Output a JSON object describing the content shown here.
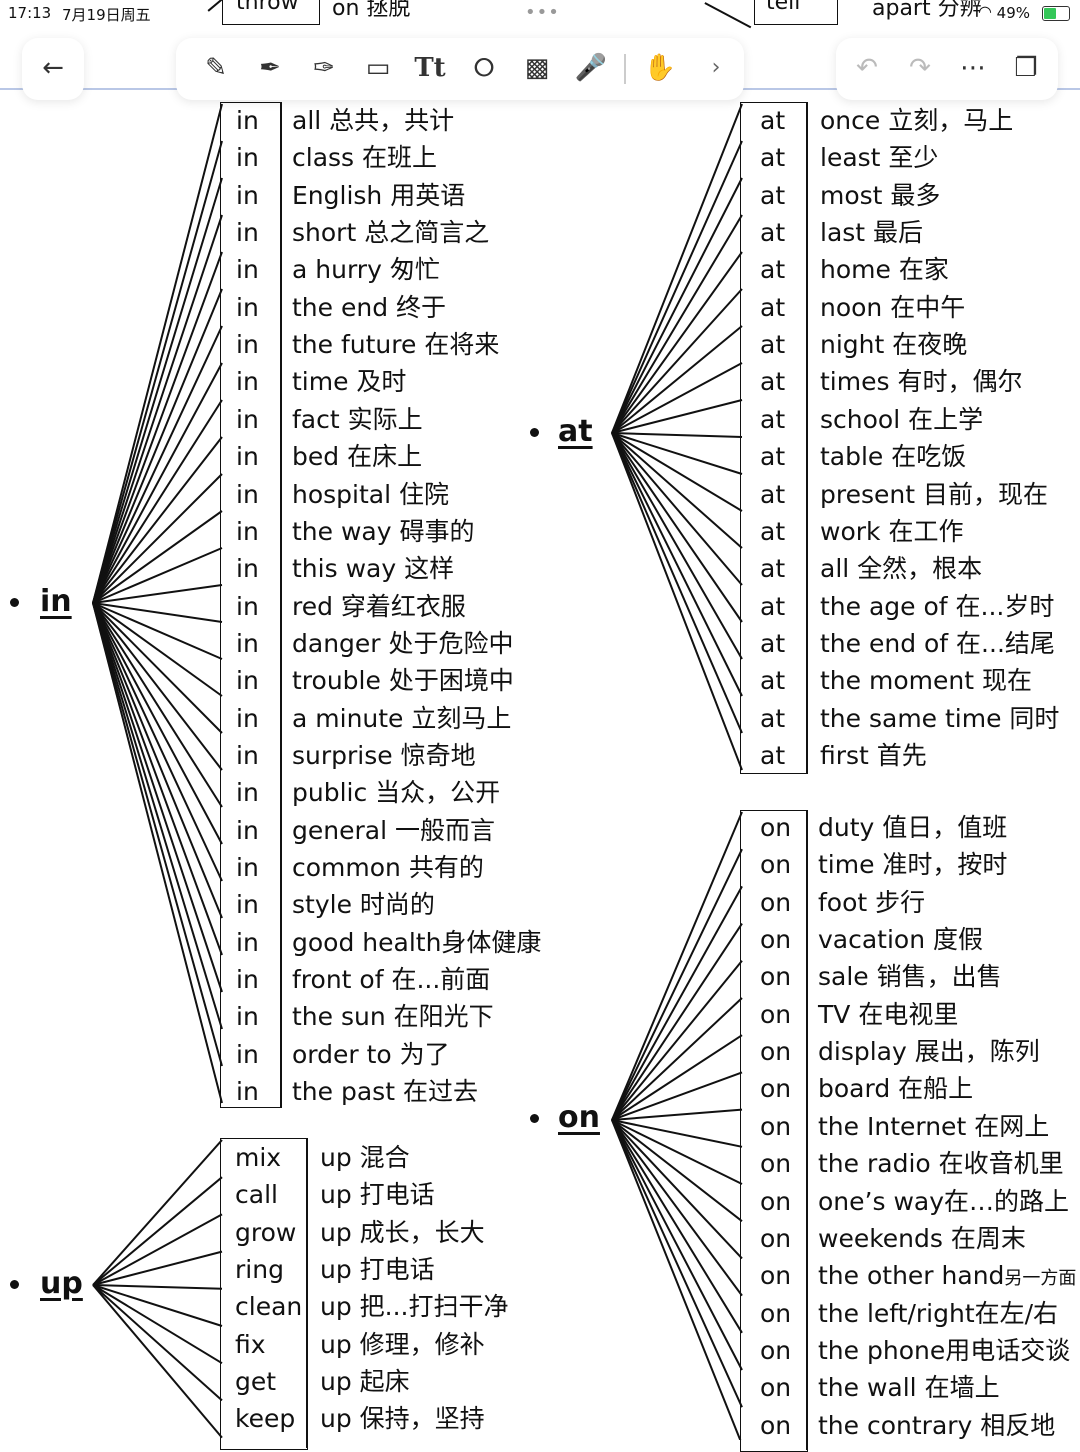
{
  "status_bar": {
    "time": "17:13",
    "date": "7月19日周五",
    "battery": "49%"
  },
  "peek_top": [
    "throw",
    "on 拯脱",
    "tell",
    "apart 分辨"
  ],
  "toolbar": {
    "back_icon": "arrow-left-icon",
    "tools": [
      "pencil-icon",
      "pen-icon",
      "highlighter-icon",
      "eraser-icon",
      "text-icon",
      "lasso-icon",
      "image-icon",
      "microphone-icon",
      "hand-pointer-icon",
      "chevron-right-icon"
    ],
    "right_tools": [
      "undo-icon",
      "redo-icon",
      "more-icon",
      "pages-icon"
    ]
  },
  "groups": {
    "in": {
      "heading": "in",
      "left_word": "in",
      "items": [
        "all 总共，共计",
        "class 在班上",
        "English 用英语",
        "short 总之简言之",
        "a hurry 匆忙",
        "the end 终于",
        "the future 在将来",
        "time 及时",
        "fact 实际上",
        "bed 在床上",
        "hospital 住院",
        "the way 碍事的",
        "this way 这样",
        "red 穿着红衣服",
        "danger 处于危险中",
        "trouble 处于困境中",
        "a minute 立刻马上",
        "surprise 惊奇地",
        "public 当众，公开",
        "general 一般而言",
        "common 共有的",
        "style 时尚的",
        "good health身体健康",
        "front of 在...前面",
        "the sun 在阳光下",
        "order to 为了",
        "the past 在过去"
      ]
    },
    "at": {
      "heading": "at",
      "left_word": "at",
      "items": [
        "once 立刻，马上",
        "least 至少",
        "most 最多",
        "last 最后",
        "home 在家",
        "noon 在中午",
        "night 在夜晚",
        "times 有时，偶尔",
        "school 在上学",
        "table 在吃饭",
        "present 目前，现在",
        "work 在工作",
        "all 全然，根本",
        "the age of 在...岁时",
        "the end of 在...结尾",
        "the moment 现在",
        "the same time 同时",
        "first 首先"
      ]
    },
    "on": {
      "heading": "on",
      "left_word": "on",
      "items": [
        "duty 值日，值班",
        "time 准时，按时",
        "foot 步行",
        "vacation 度假",
        "sale 销售，出售",
        "TV 在电视里",
        "display 展出，陈列",
        "board 在船上",
        "the Internet 在网上",
        "the radio 在收音机里",
        "one’s way在…的路上",
        "weekends 在周末",
        "the other hand",
        "the left/right在左/右",
        "the phone用电话交谈",
        "the wall 在墙上",
        "the contrary 相反地"
      ],
      "small_suffix": "另一方面"
    },
    "up": {
      "heading": "up",
      "verbs": [
        "mix",
        "call",
        "grow",
        "ring",
        "clean",
        "fix",
        "get",
        "keep"
      ],
      "items": [
        "up 混合",
        "up  打电话",
        "up 成长，长大",
        "up 打电话",
        "up  把...打扫干净",
        "up 修理，修补",
        "up 起床",
        "up 保持，坚持"
      ]
    }
  }
}
